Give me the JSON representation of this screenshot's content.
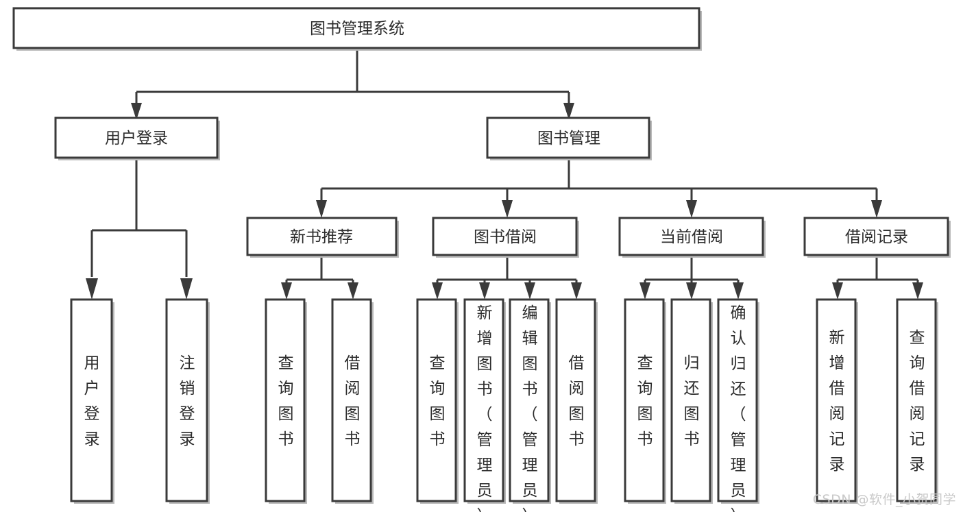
{
  "diagram": {
    "type": "tree",
    "title": "图书管理系统",
    "orientation": "top-down",
    "colors": {
      "box_fill": "#ffffff",
      "box_stroke": "#3a3a3a",
      "text": "#2b2b2b",
      "shadow": "#b9b9b9",
      "watermark": "#c9c9c9"
    },
    "levels": {
      "root": {
        "label": "图书管理系统"
      },
      "level2": [
        {
          "id": "user-login",
          "label": "用户登录"
        },
        {
          "id": "book-manage",
          "label": "图书管理"
        }
      ],
      "level3": [
        {
          "id": "new-book-recommend",
          "label": "新书推荐",
          "parent": "book-manage"
        },
        {
          "id": "book-borrow",
          "label": "图书借阅",
          "parent": "book-manage"
        },
        {
          "id": "current-borrow",
          "label": "当前借阅",
          "parent": "book-manage"
        },
        {
          "id": "borrow-record",
          "label": "借阅记录",
          "parent": "book-manage"
        }
      ],
      "leaves": [
        {
          "id": "leaf-user-login",
          "label": "用户登录",
          "parent": "user-login"
        },
        {
          "id": "leaf-user-logout",
          "label": "注销登录",
          "parent": "user-login"
        },
        {
          "id": "leaf-query-book-1",
          "label": "查询图书",
          "parent": "new-book-recommend"
        },
        {
          "id": "leaf-borrow-book-1",
          "label": "借阅图书",
          "parent": "new-book-recommend"
        },
        {
          "id": "leaf-query-book-2",
          "label": "查询图书",
          "parent": "book-borrow"
        },
        {
          "id": "leaf-add-book",
          "label": "新增图书（管理员）",
          "parent": "book-borrow"
        },
        {
          "id": "leaf-edit-book",
          "label": "编辑图书（管理员）",
          "parent": "book-borrow"
        },
        {
          "id": "leaf-borrow-book-2",
          "label": "借阅图书",
          "parent": "book-borrow"
        },
        {
          "id": "leaf-query-book-3",
          "label": "查询图书",
          "parent": "current-borrow"
        },
        {
          "id": "leaf-return-book",
          "label": "归还图书",
          "parent": "current-borrow"
        },
        {
          "id": "leaf-confirm-return",
          "label": "确认归还（管理员）",
          "parent": "current-borrow"
        },
        {
          "id": "leaf-add-record",
          "label": "新增借阅记录",
          "parent": "borrow-record"
        },
        {
          "id": "leaf-query-record",
          "label": "查询借阅记录",
          "parent": "borrow-record"
        }
      ]
    }
  },
  "watermark": {
    "text": "CSDN @软件_小贺同学"
  }
}
